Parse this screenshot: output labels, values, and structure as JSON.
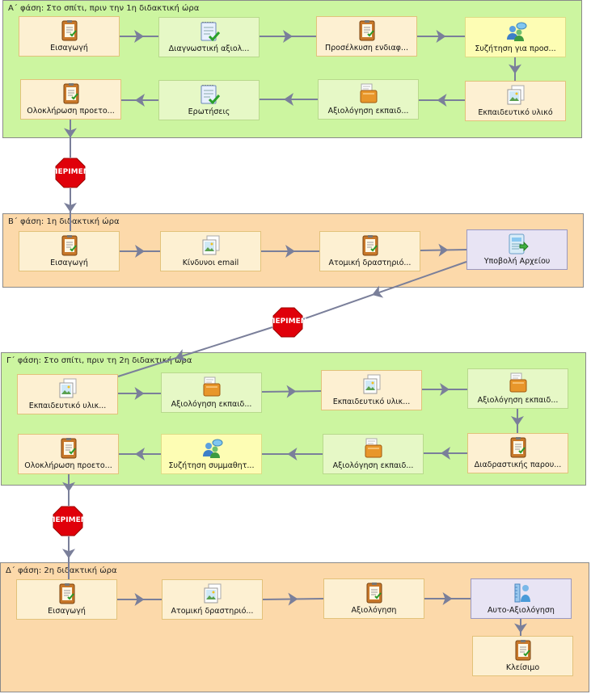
{
  "phases": [
    {
      "title": "Α΄ φάση: Στο σπίτι, πριν την 1η διδακτική ώρα"
    },
    {
      "title": "Β΄ φάση: 1η διδακτική ώρα"
    },
    {
      "title": "Γ΄ φάση: Στο σπίτι, πριν τη 2η διδακτική ώρα"
    },
    {
      "title": "Δ΄ φάση: 2η διδακτική ώρα"
    }
  ],
  "activities": [
    {
      "label": "Εισαγωγή",
      "icon": "notepad-icon"
    },
    {
      "label": "Διαγνωστική αξιολ...",
      "icon": "quiz-check-icon"
    },
    {
      "label": "Προσέλκυση ενδιαφ...",
      "icon": "notepad-icon"
    },
    {
      "label": "Συζήτηση για προσ...",
      "icon": "users-chat-icon"
    },
    {
      "label": "Εκπαιδευτικό υλικό",
      "icon": "resource-image-icon"
    },
    {
      "label": "Αξιολόγηση εκπαιδ...",
      "icon": "assessment-box-icon"
    },
    {
      "label": "Ερωτήσεις",
      "icon": "quiz-check-icon"
    },
    {
      "label": "Ολοκλήρωση προετο...",
      "icon": "notepad-icon"
    },
    {
      "label": "Εισαγωγή",
      "icon": "notepad-icon"
    },
    {
      "label": "Κίνδυνοι email",
      "icon": "resource-image-icon"
    },
    {
      "label": "Ατομική δραστηριό...",
      "icon": "notepad-icon"
    },
    {
      "label": "Υποβολή Αρχείου",
      "icon": "file-submit-icon"
    },
    {
      "label": "Εκπαιδευτικό υλικ...",
      "icon": "resource-image-icon"
    },
    {
      "label": "Αξιολόγηση εκπαιδ...",
      "icon": "assessment-box-icon"
    },
    {
      "label": "Εκπαιδευτικό υλικ...",
      "icon": "resource-image-icon"
    },
    {
      "label": "Αξιολόγηση εκπαιδ...",
      "icon": "assessment-box-icon"
    },
    {
      "label": "Διαδραστικής παρου...",
      "icon": "notepad-icon"
    },
    {
      "label": "Αξιολόγηση εκπαιδ...",
      "icon": "assessment-box-icon"
    },
    {
      "label": "Συζήτηση συμμαθητ...",
      "icon": "users-chat-icon"
    },
    {
      "label": "Ολοκλήρωση προετο...",
      "icon": "notepad-icon"
    },
    {
      "label": "Εισαγωγή",
      "icon": "notepad-icon"
    },
    {
      "label": "Ατομική δραστηριό...",
      "icon": "resource-image-icon"
    },
    {
      "label": "Αξιολόγηση",
      "icon": "notepad-icon"
    },
    {
      "label": "Αυτο-Αξιολόγηση",
      "icon": "self-assessment-icon"
    },
    {
      "label": "Κλείσιμο",
      "icon": "notepad-icon"
    }
  ],
  "stops": [
    {
      "label": "ΠΕΡΙΜΕΝΕ"
    },
    {
      "label": "ΠΕΡΙΜΕΝΕ"
    },
    {
      "label": "ΠΕΡΙΜΕΝΕ"
    }
  ],
  "colors": {
    "wire": "#7a7f9a",
    "stop": "#e0000a",
    "phase_green": "#ccf5a0",
    "phase_orange": "#fcd9aa"
  }
}
